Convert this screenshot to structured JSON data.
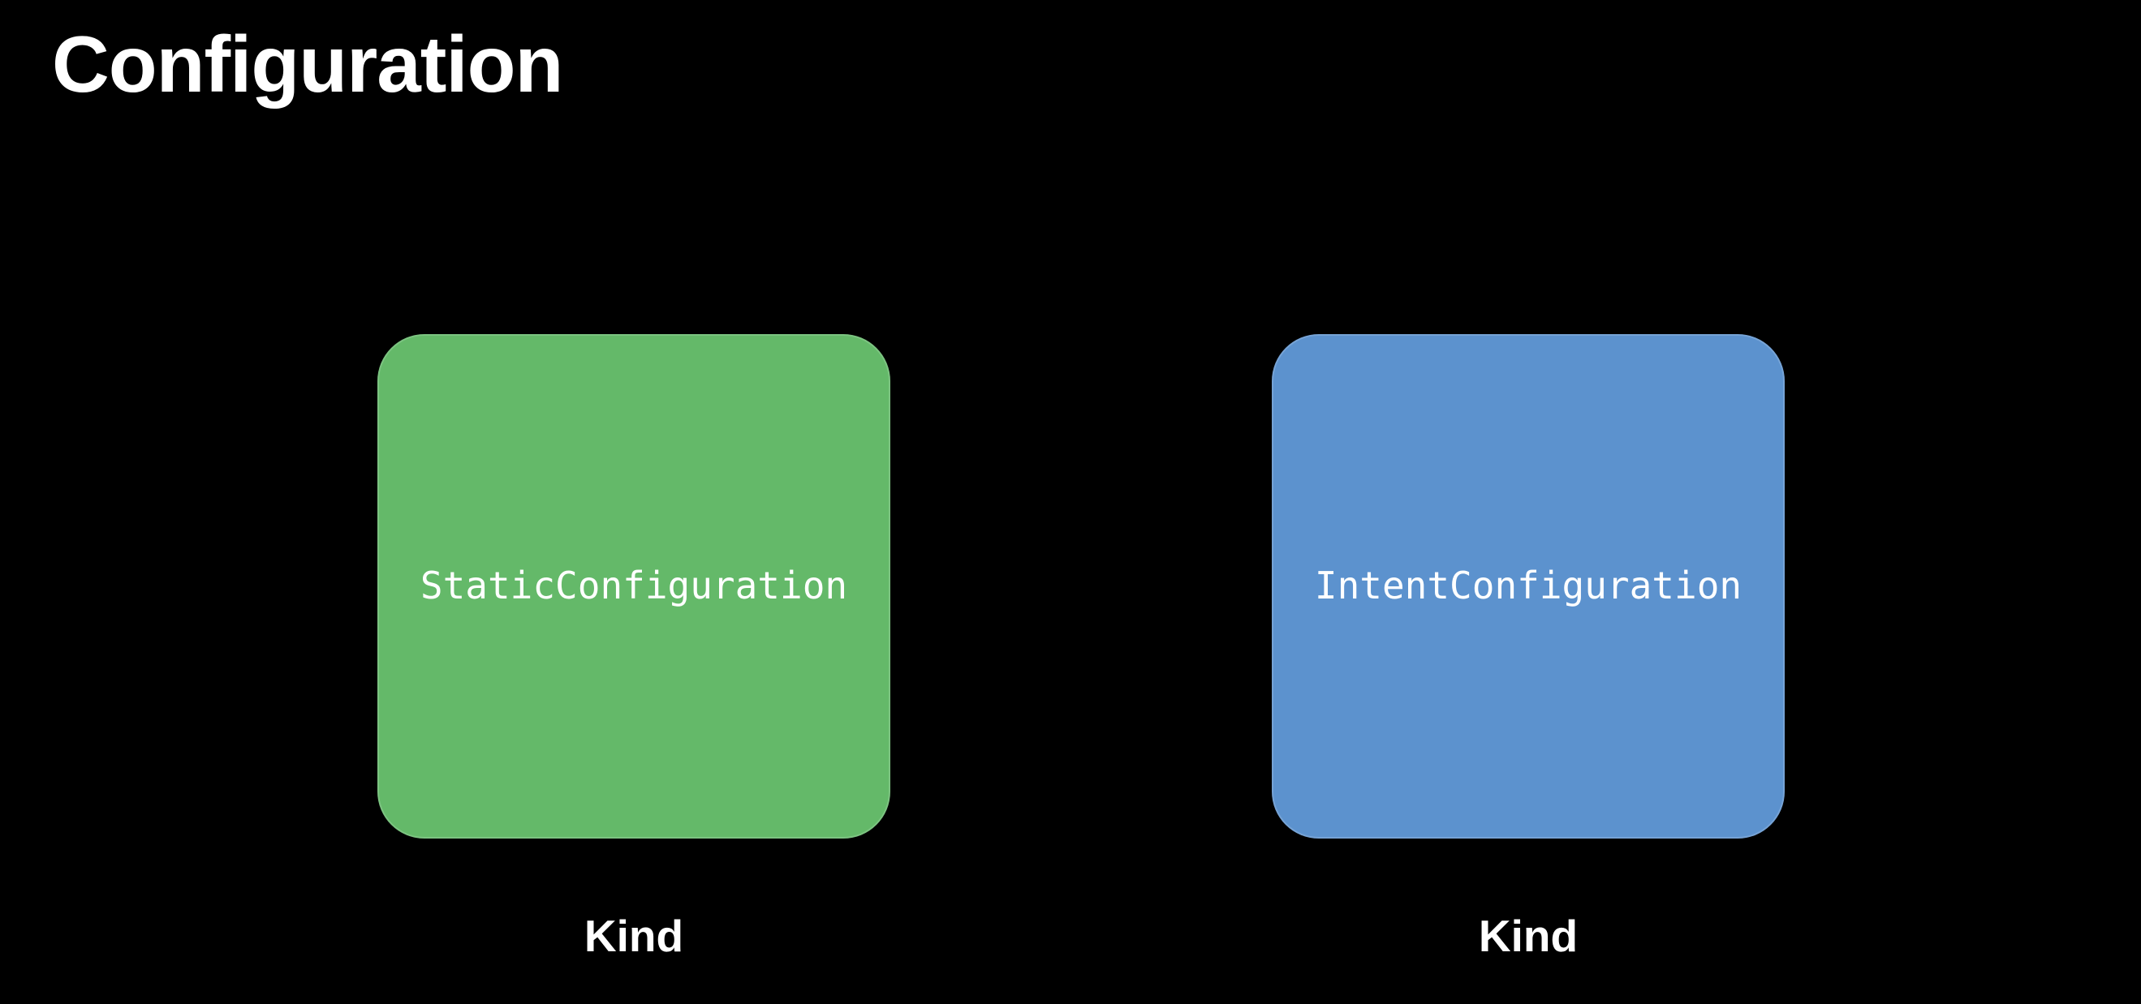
{
  "slide": {
    "title": "Configuration",
    "background": "#000000",
    "text_color": "#FFFFFF"
  },
  "diagram": {
    "boxes": [
      {
        "code": "StaticConfiguration",
        "caption": "Kind",
        "fill": "#64B969"
      },
      {
        "code": "IntentConfiguration",
        "caption": "Kind",
        "fill": "#5C92CE"
      }
    ]
  }
}
